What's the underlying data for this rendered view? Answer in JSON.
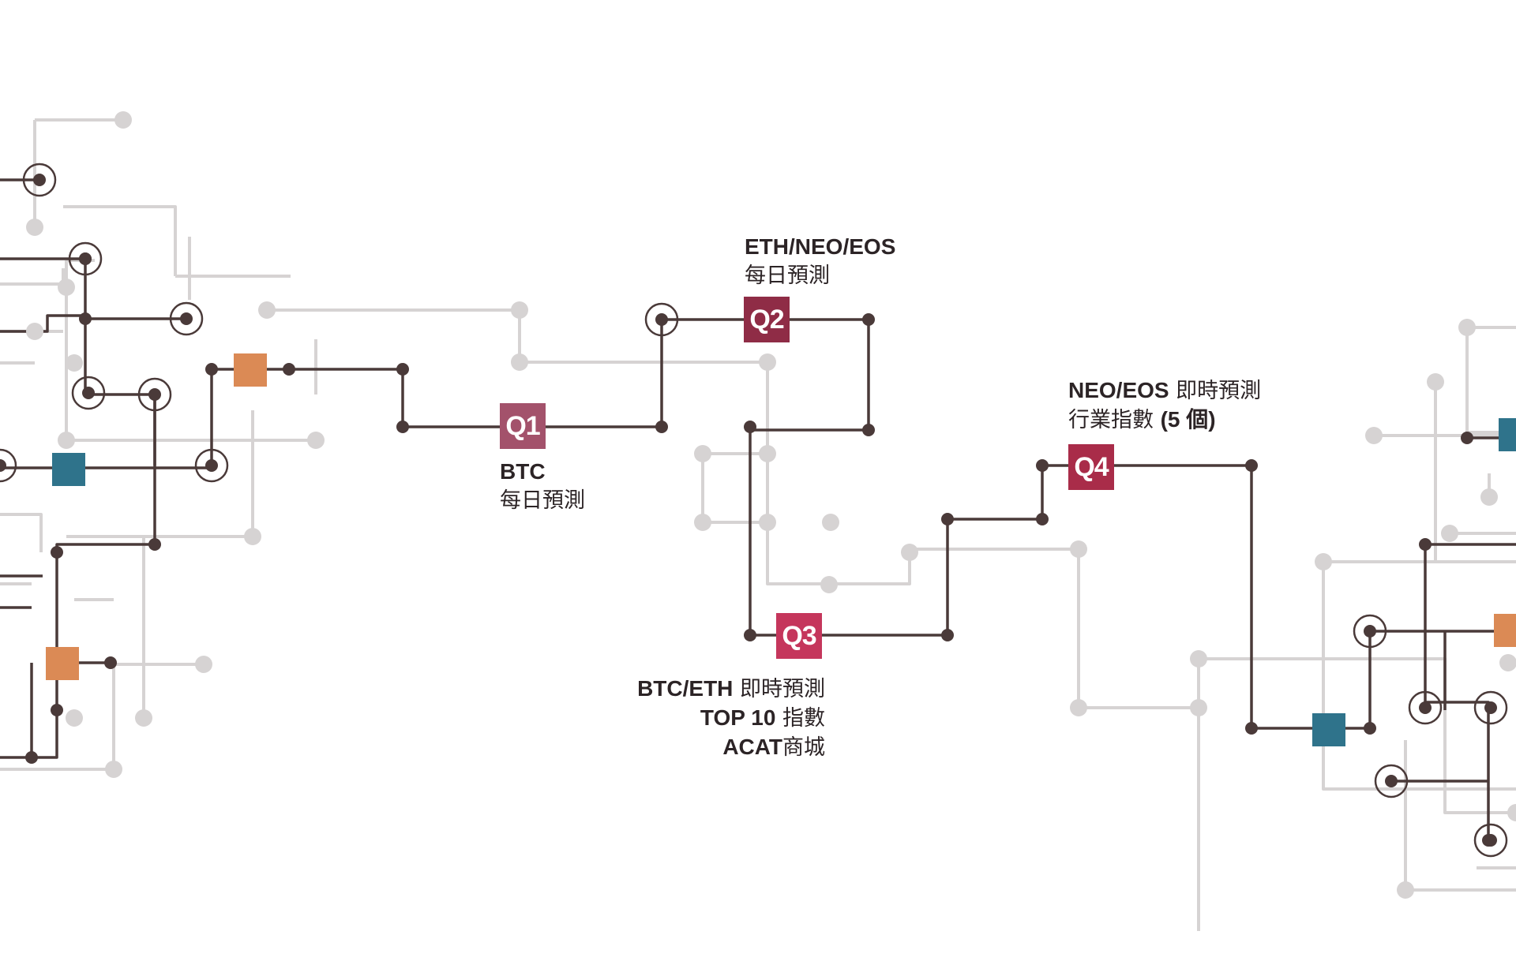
{
  "colors": {
    "main_line": "#4a3a39",
    "gray_line": "#d6d3d3",
    "q1": "#a3526b",
    "q2": "#8f2c46",
    "q3": "#c5365c",
    "q4": "#a92c49",
    "orange": "#db8a55",
    "teal": "#2f738b"
  },
  "milestones": [
    {
      "id": "Q1",
      "label": "Q1",
      "lines": [
        {
          "bold": "BTC",
          "text": ""
        },
        {
          "bold": "",
          "text": "每日預測"
        }
      ]
    },
    {
      "id": "Q2",
      "label": "Q2",
      "lines": [
        {
          "bold": "ETH/NEO/EOS",
          "text": ""
        },
        {
          "bold": "",
          "text": "每日預測"
        }
      ]
    },
    {
      "id": "Q3",
      "label": "Q3",
      "lines": [
        {
          "bold": "BTC/ETH",
          "text": " 即時預測"
        },
        {
          "bold": "TOP 10",
          "text": " 指數"
        },
        {
          "bold": "ACAT",
          "text": "商城"
        }
      ]
    },
    {
      "id": "Q4",
      "label": "Q4",
      "lines": [
        {
          "bold": "NEO/EOS",
          "text": " 即時預測"
        },
        {
          "bold": "",
          "text": "行業指數 ",
          "bold_after": "(5 個)"
        }
      ]
    }
  ]
}
